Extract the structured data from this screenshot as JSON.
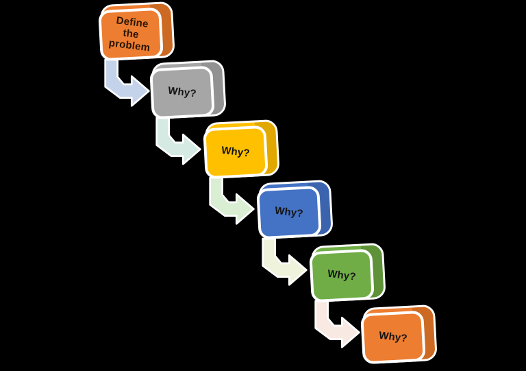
{
  "canvas": {
    "background": "#000000"
  },
  "nodes": [
    {
      "label": "Define the problem",
      "fill": "#ED7D31",
      "side": "#CC6A24",
      "text_color": "#2A1503"
    },
    {
      "label": "Why?",
      "fill": "#A6A6A6",
      "side": "#929292",
      "text_color": "#141414"
    },
    {
      "label": "Why?",
      "fill": "#FFC000",
      "side": "#E0A800",
      "text_color": "#141414"
    },
    {
      "label": "Why?",
      "fill": "#4472C4",
      "side": "#3C63AD",
      "text_color": "#141414"
    },
    {
      "label": "Why?",
      "fill": "#70AD47",
      "side": "#5F9139",
      "text_color": "#141414"
    },
    {
      "label": "Why?",
      "fill": "#ED7D31",
      "side": "#CC6A24",
      "text_color": "#141414"
    }
  ],
  "arrows": [
    {
      "fill": "#C5D3EA"
    },
    {
      "fill": "#D5EAE2"
    },
    {
      "fill": "#D9EED3"
    },
    {
      "fill": "#F0F3DB"
    },
    {
      "fill": "#F8E9E3"
    }
  ]
}
